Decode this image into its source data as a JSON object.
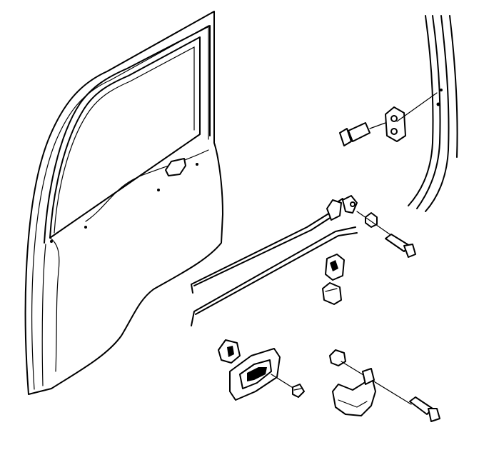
{
  "diagram": {
    "type": "exploded-parts-view",
    "components": [
      {
        "id": "door-panel",
        "icon": "door-inner-panel"
      },
      {
        "id": "body-pillar",
        "icon": "door-pillar"
      },
      {
        "id": "striker",
        "icon": "striker-plate"
      },
      {
        "id": "striker-bolt",
        "icon": "bolt"
      },
      {
        "id": "latch-rods",
        "icon": "rod-assembly"
      },
      {
        "id": "rod-clip",
        "icon": "clip"
      },
      {
        "id": "rod-bushing",
        "icon": "bushing"
      },
      {
        "id": "latch-bolt",
        "icon": "bolt"
      },
      {
        "id": "rod-retainer",
        "icon": "retainer"
      },
      {
        "id": "inside-handle",
        "icon": "door-handle"
      },
      {
        "id": "handle-clip",
        "icon": "clip"
      },
      {
        "id": "handle-screw",
        "icon": "screw"
      },
      {
        "id": "lower-clip",
        "icon": "clip"
      },
      {
        "id": "lower-bracket",
        "icon": "bracket"
      },
      {
        "id": "lower-bolt",
        "icon": "bolt"
      }
    ]
  }
}
